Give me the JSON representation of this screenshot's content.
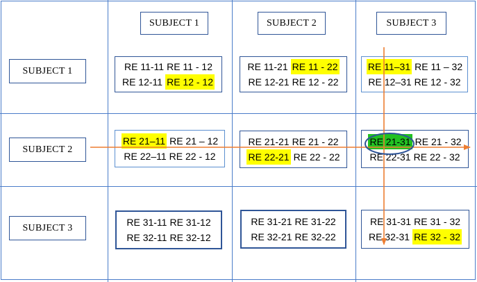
{
  "col_headers": [
    "SUBJECT  1",
    "SUBJECT  2",
    "SUBJECT  3"
  ],
  "row_headers": [
    "SUBJECT  1",
    "SUBJECT  2",
    "SUBJECT  3"
  ],
  "cells": [
    [
      {
        "lines": [
          [
            {
              "text": "RE 11-11",
              "hl": ""
            },
            {
              "text": "RE 11 - 12",
              "hl": ""
            }
          ],
          [
            {
              "text": "RE 12-11",
              "hl": ""
            },
            {
              "text": "RE 12 - 12",
              "hl": "yellow"
            }
          ]
        ]
      },
      {
        "lines": [
          [
            {
              "text": "RE 11-21",
              "hl": ""
            },
            {
              "text": "RE 11 - 22",
              "hl": "yellow"
            }
          ],
          [
            {
              "text": "RE 12-21",
              "hl": ""
            },
            {
              "text": "RE 12 - 22",
              "hl": ""
            }
          ]
        ]
      },
      {
        "lines": [
          [
            {
              "text": "RE 11–31",
              "hl": "yellow"
            },
            {
              "text": "RE 11 – 32",
              "hl": ""
            }
          ],
          [
            {
              "text": "RE 12–31",
              "hl": ""
            },
            {
              "text": "RE 12 - 32",
              "hl": ""
            }
          ]
        ]
      }
    ],
    [
      {
        "lines": [
          [
            {
              "text": "RE 21–11",
              "hl": "yellow"
            },
            {
              "text": "RE 21 – 12",
              "hl": ""
            }
          ],
          [
            {
              "text": "RE 22–11",
              "hl": ""
            },
            {
              "text": "RE 22 - 12",
              "hl": ""
            }
          ]
        ]
      },
      {
        "lines": [
          [
            {
              "text": "RE 21-21",
              "hl": ""
            },
            {
              "text": "RE 21 - 22",
              "hl": ""
            }
          ],
          [
            {
              "text": "RE 22-21",
              "hl": "yellow"
            },
            {
              "text": "RE 22 - 22",
              "hl": ""
            }
          ]
        ]
      },
      {
        "lines": [
          [
            {
              "text": "RE 21-31",
              "hl": "green"
            },
            {
              "text": "RE 21 - 32",
              "hl": ""
            }
          ],
          [
            {
              "text": "RE 22-31",
              "hl": ""
            },
            {
              "text": "RE 22 - 32",
              "hl": ""
            }
          ]
        ]
      }
    ],
    [
      {
        "lines": [
          [
            {
              "text": "RE 31-11",
              "hl": ""
            },
            {
              "text": "RE 31-12",
              "hl": ""
            }
          ],
          [
            {
              "text": "RE 32-11",
              "hl": ""
            },
            {
              "text": "RE 32-12",
              "hl": ""
            }
          ]
        ]
      },
      {
        "lines": [
          [
            {
              "text": "RE 31-21",
              "hl": ""
            },
            {
              "text": "RE 31-22",
              "hl": ""
            }
          ],
          [
            {
              "text": "RE 32-21",
              "hl": ""
            },
            {
              "text": "RE 32-22",
              "hl": ""
            }
          ]
        ]
      },
      {
        "lines": [
          [
            {
              "text": "RE 31-31",
              "hl": ""
            },
            {
              "text": "RE 31 - 32",
              "hl": ""
            }
          ],
          [
            {
              "text": "RE 32-31",
              "hl": ""
            },
            {
              "text": "RE 32 - 32",
              "hl": "yellow"
            }
          ]
        ]
      }
    ]
  ],
  "colors": {
    "grid": "#4a7cc9",
    "box_border": "#2f5597",
    "highlight_yellow": "#ffff00",
    "highlight_green": "#22c122",
    "arrow": "#ed7d31",
    "ellipse": "#2f5597"
  },
  "arrows": [
    "row-2-arrow",
    "column-3-arrow"
  ]
}
